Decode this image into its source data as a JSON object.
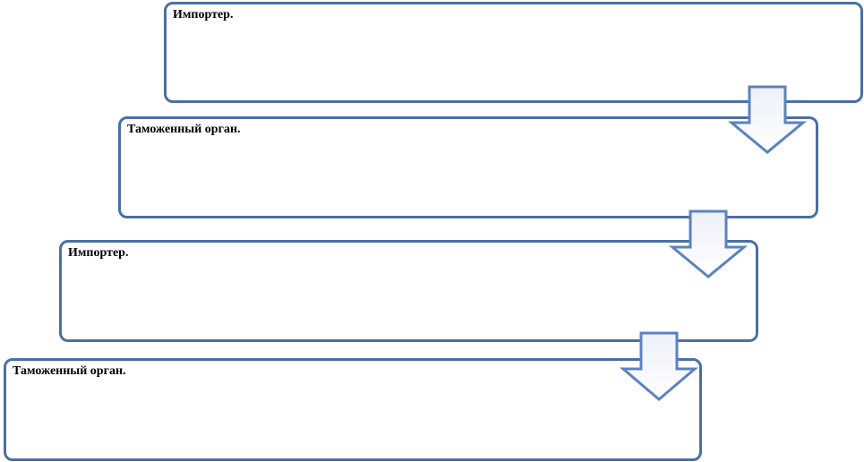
{
  "diagram": {
    "steps": [
      {
        "label": "Импортер."
      },
      {
        "label": "Таможенный орган."
      },
      {
        "label": "Импортер."
      },
      {
        "label": "Таможенный орган."
      }
    ],
    "colors": {
      "box_border": "#4a6fa5",
      "arrow_stroke": "#5a83bf",
      "arrow_fill_top": "#eef0fa",
      "arrow_fill_bottom": "#ffffff"
    },
    "arrow_icon": "down-arrow-icon"
  }
}
